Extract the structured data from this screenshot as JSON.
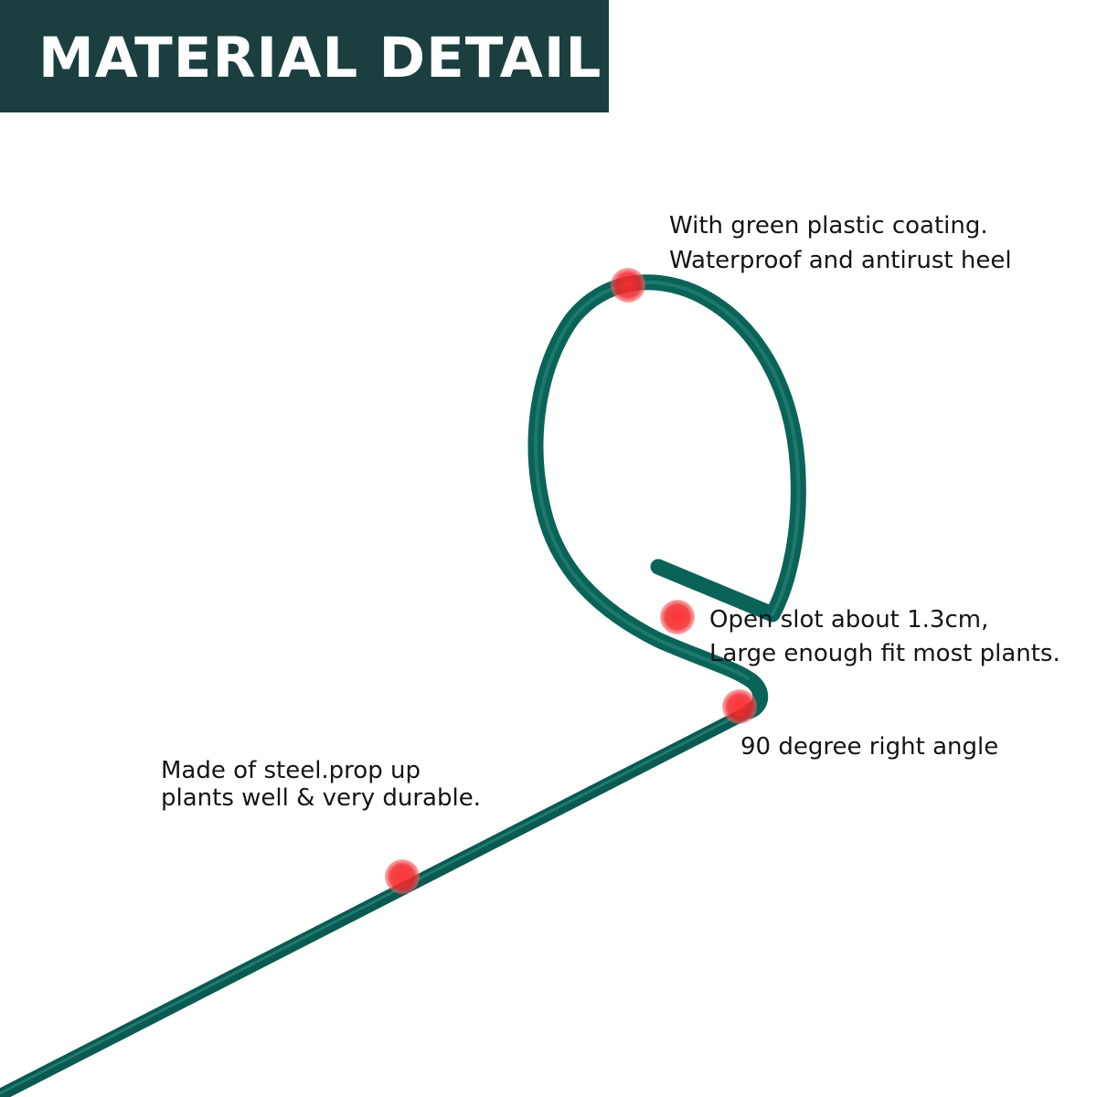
{
  "header": {
    "title": "MATERIAL DETAIL"
  },
  "colors": {
    "header_bg": "#1b3f3e",
    "header_text": "#ffffff",
    "stake_green": "#0e6b60",
    "marker_red": "#e8242a"
  },
  "icons": {
    "marker": "red-dot-icon",
    "product": "plant-support-stake-illustration"
  },
  "callouts": {
    "coating": {
      "line1": "With green plastic coating.",
      "line2": "Waterproof and antirust heel"
    },
    "slot": {
      "line1": "Open slot about 1.3cm,",
      "line2": "Large enough fit most plants."
    },
    "angle": {
      "line1": "90 degree right angle"
    },
    "steel": {
      "line1": "Made of steel.prop up",
      "line2": "plants well & very durable."
    }
  }
}
